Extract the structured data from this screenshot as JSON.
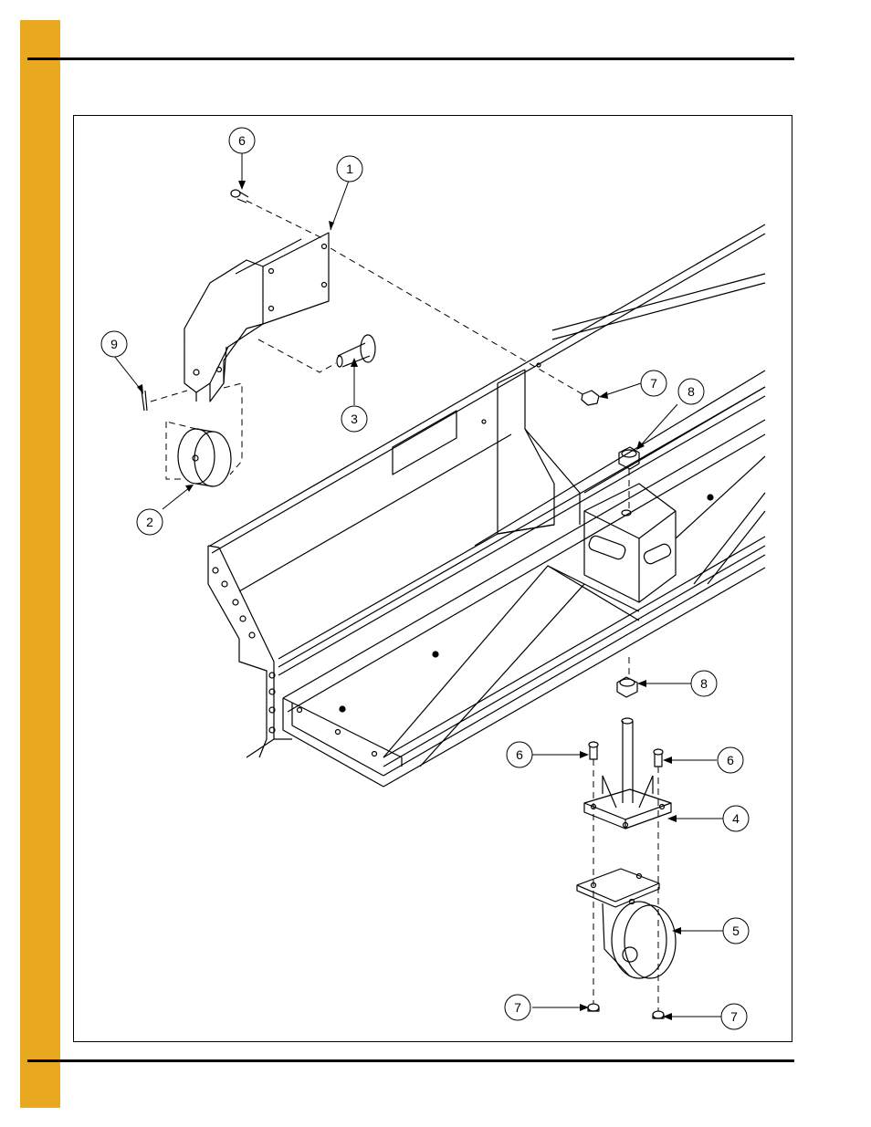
{
  "colors": {
    "side_tab": "#E8A820",
    "line": "#000000",
    "background": "#ffffff"
  },
  "callouts": [
    {
      "id": "c1",
      "label": "1"
    },
    {
      "id": "c2",
      "label": "2"
    },
    {
      "id": "c3",
      "label": "3"
    },
    {
      "id": "c4",
      "label": "4"
    },
    {
      "id": "c5",
      "label": "5"
    },
    {
      "id": "c6a",
      "label": "6"
    },
    {
      "id": "c6b",
      "label": "6"
    },
    {
      "id": "c6c",
      "label": "6"
    },
    {
      "id": "c7a",
      "label": "7"
    },
    {
      "id": "c7b",
      "label": "7"
    },
    {
      "id": "c7c",
      "label": "7"
    },
    {
      "id": "c8a",
      "label": "8"
    },
    {
      "id": "c8b",
      "label": "8"
    },
    {
      "id": "c9",
      "label": "9"
    }
  ]
}
